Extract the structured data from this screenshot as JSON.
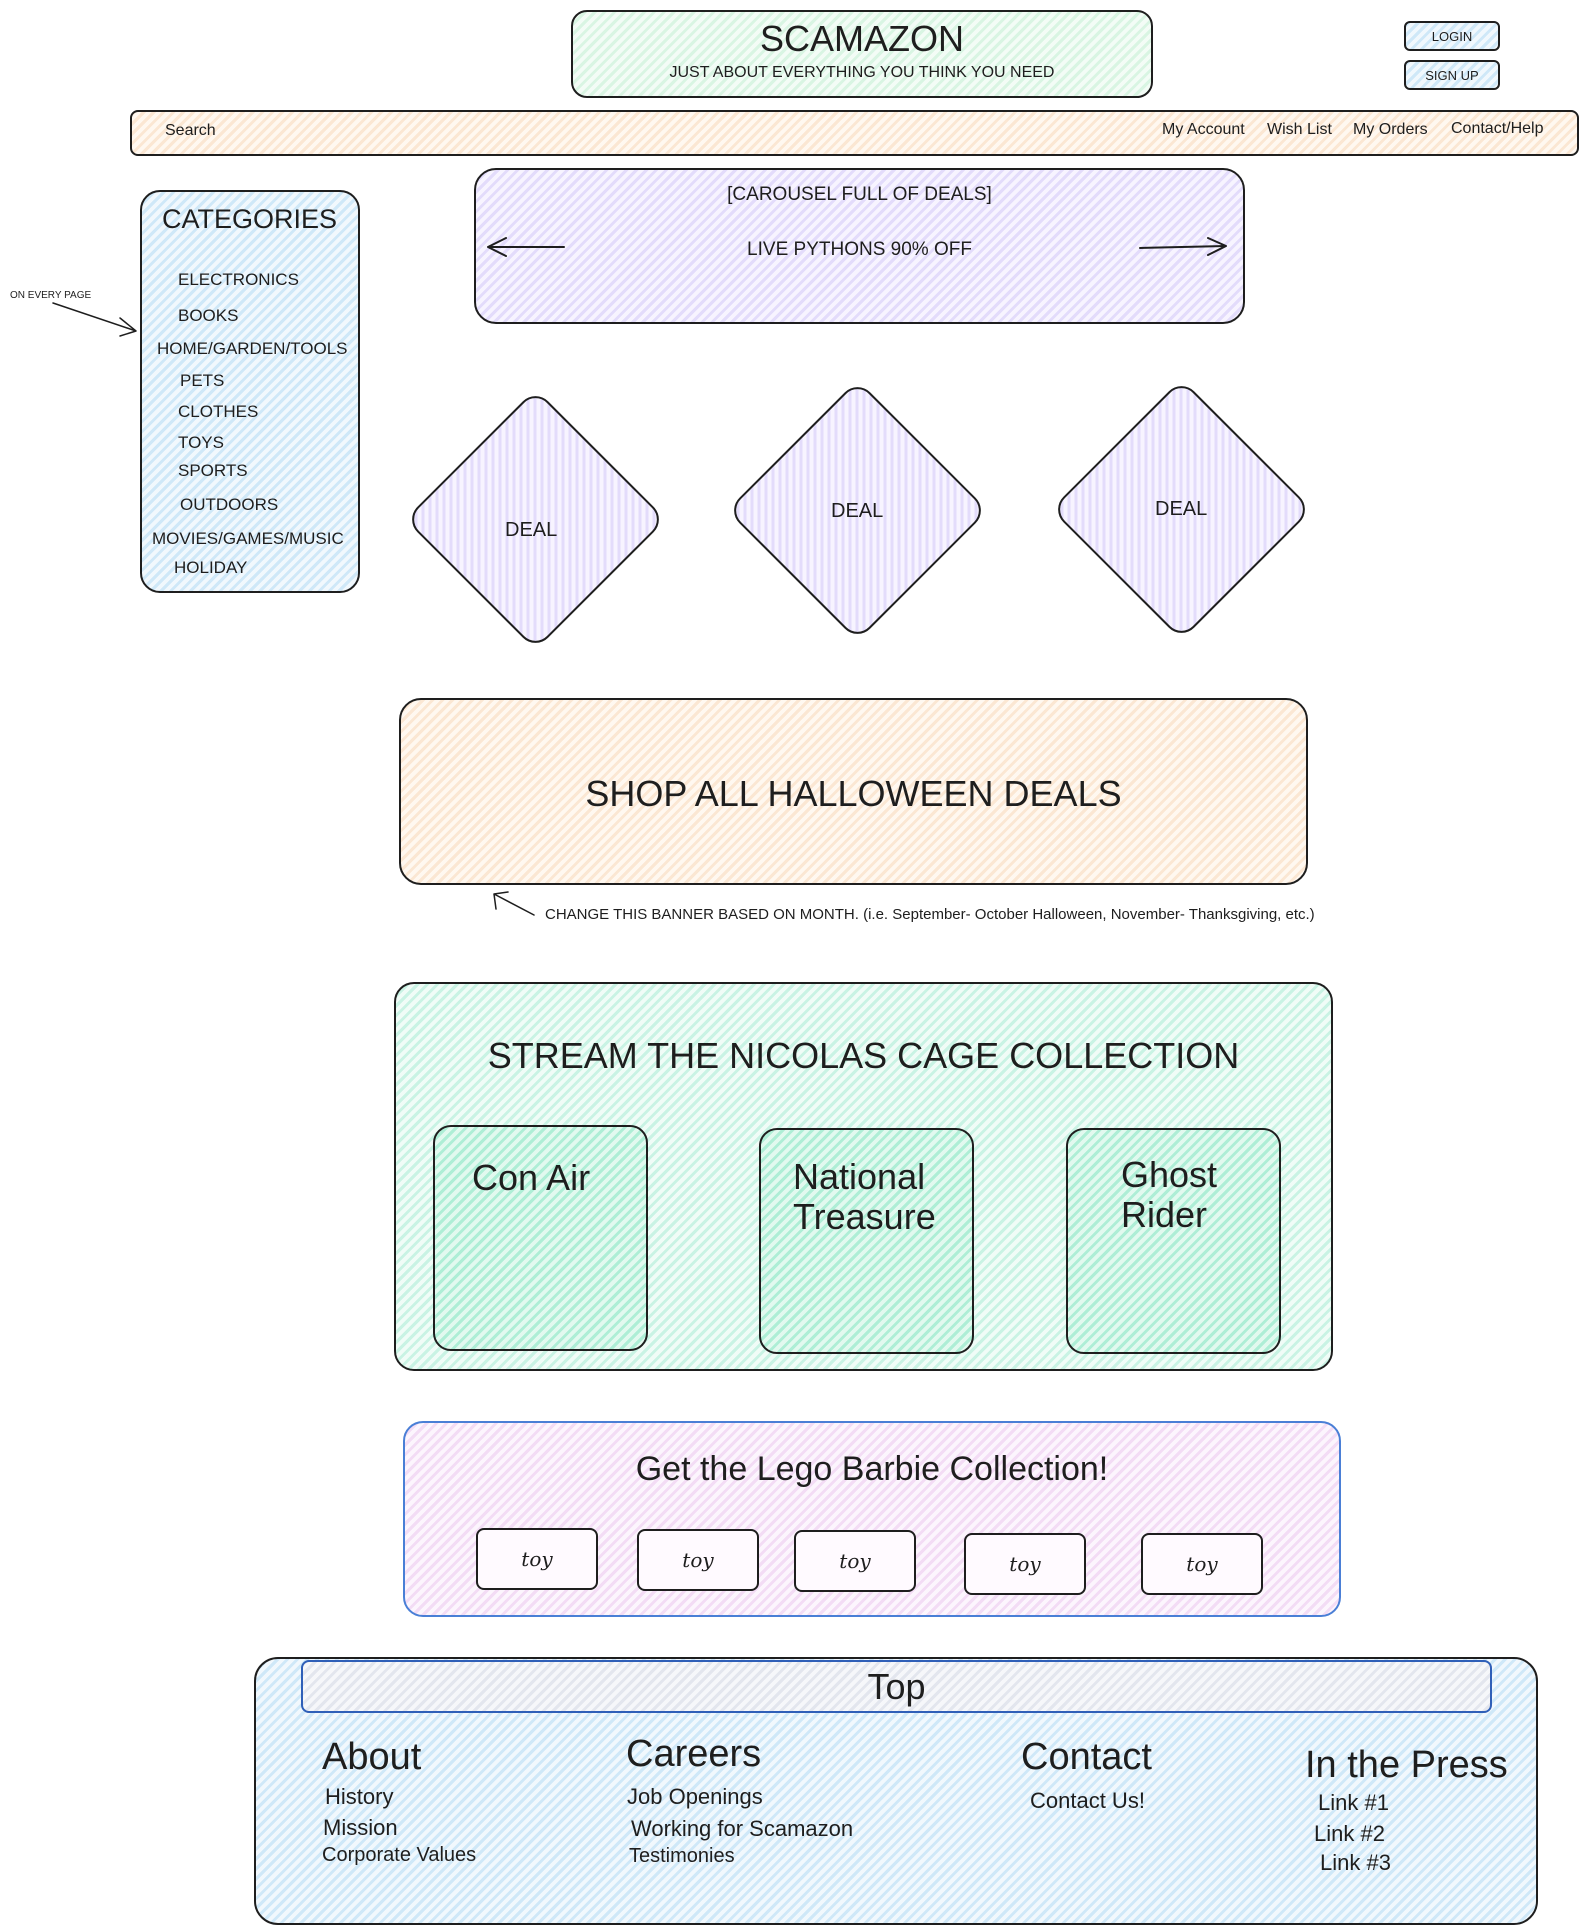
{
  "header": {
    "title": "SCAMAZON",
    "tagline": "JUST ABOUT EVERYTHING YOU THINK YOU NEED",
    "login_label": "LOGIN",
    "signup_label": "SIGN UP"
  },
  "navbar": {
    "search_label": "Search",
    "links": [
      "My Account",
      "Wish List",
      "My Orders",
      "Contact/Help"
    ]
  },
  "sidebar": {
    "title": "CATEGORIES",
    "items": [
      "ELECTRONICS",
      "BOOKS",
      "HOME/GARDEN/TOOLS",
      "PETS",
      "CLOTHES",
      "TOYS",
      "SPORTS",
      "OUTDOORS",
      "MOVIES/GAMES/MUSIC",
      "HOLIDAY"
    ],
    "annotation": "ON EVERY PAGE"
  },
  "carousel": {
    "title": "[CAROUSEL FULL OF DEALS]",
    "current_deal": "LIVE PYTHONS 90% OFF"
  },
  "deals": [
    "DEAL",
    "DEAL",
    "DEAL"
  ],
  "seasonal_banner": {
    "label": "SHOP ALL HALLOWEEN DEALS",
    "annotation": "CHANGE THIS BANNER BASED ON MONTH. (i.e. September- October Halloween, November- Thanksgiving, etc.)"
  },
  "movie_collection": {
    "title": "STREAM THE NICOLAS CAGE COLLECTION",
    "movies": [
      "Con Air",
      "National\nTreasure",
      "Ghost\nRider"
    ]
  },
  "lego_collection": {
    "title": "Get the Lego Barbie Collection!",
    "toys": [
      "toy",
      "toy",
      "toy",
      "toy",
      "toy"
    ]
  },
  "footer": {
    "top_label": "Top",
    "columns": [
      {
        "heading": "About",
        "links": [
          "History",
          "Mission",
          "Corporate Values"
        ]
      },
      {
        "heading": "Careers",
        "links": [
          "Job Openings",
          "Working for Scamazon",
          "Testimonies"
        ]
      },
      {
        "heading": "Contact",
        "links": [
          "Contact Us!"
        ]
      },
      {
        "heading": "In the Press",
        "links": [
          "Link #1",
          "Link #2",
          "Link #3"
        ]
      }
    ]
  },
  "colors": {
    "header_fill": "#d9f5e3",
    "navbar_fill": "#fbe7d3",
    "sidebar_fill": "#cfe8f8",
    "carousel_fill": "#e3dcfb",
    "movie_fill": "#c9f3e4",
    "lego_fill": "#f3dcf5",
    "lego_border": "#4a7fd6",
    "footer_fill": "#cfe8f8"
  },
  "icons": [
    "carousel-left-arrow-icon",
    "carousel-right-arrow-icon",
    "annotation-arrow-icon"
  ]
}
